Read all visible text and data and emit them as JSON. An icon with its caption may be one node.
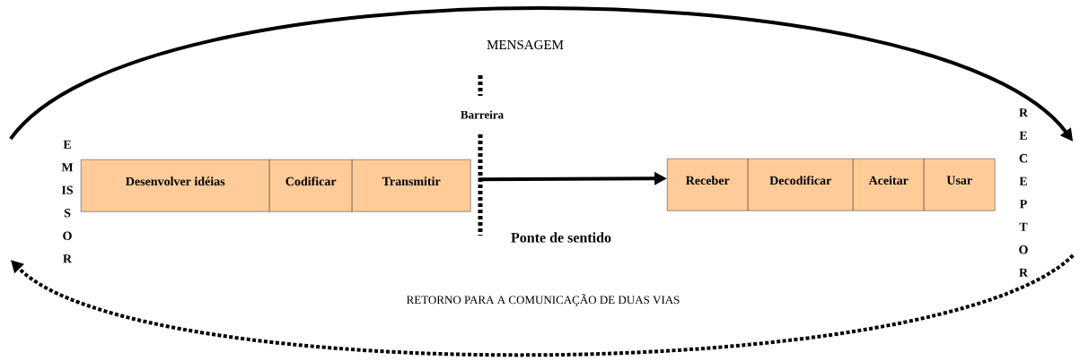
{
  "diagram": {
    "nodes": [
      {
        "text": [
          "EMISSOR"
        ]
      },
      {
        "text": [
          "Desenvolver idéias"
        ]
      },
      {
        "text": [
          "Codificar"
        ]
      },
      {
        "text": [
          "Transmitir"
        ]
      },
      {
        "text": [
          "Receber"
        ]
      },
      {
        "text": [
          "Decodificar"
        ]
      },
      {
        "text": [
          "Aceitar"
        ]
      },
      {
        "text": [
          "Usar"
        ]
      },
      {
        "text": [
          "RECEPTOR"
        ]
      }
    ],
    "edges": [
      {
        "from": 0,
        "to": 8,
        "arrow": "to",
        "label": "MENSAGEM"
      },
      {
        "from": 3,
        "to": 4,
        "arrow": "to",
        "label": "Ponte de sentido"
      },
      {
        "from": 8,
        "to": 0,
        "arrow": "to",
        "label": "RETORNO PARA A COMUNICAÇÃO DE DUAS VIAS",
        "style": "dashed"
      }
    ],
    "labels": [
      "Barreira"
    ]
  }
}
